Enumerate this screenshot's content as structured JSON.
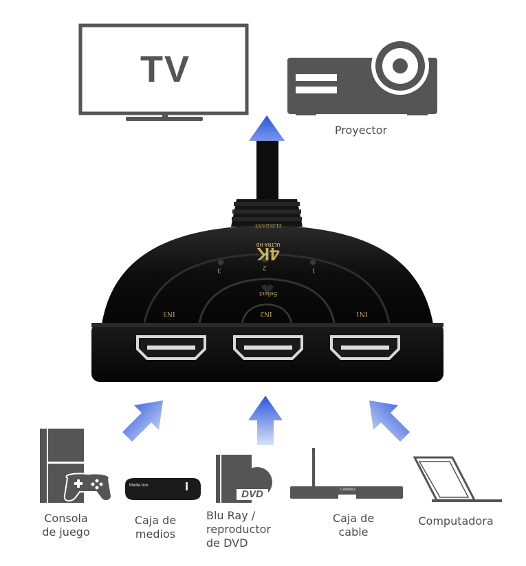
{
  "top": {
    "tv_text": "TV",
    "projector_label": "Proyector"
  },
  "switch": {
    "brand_text": "ELEGIANT",
    "badge_text": "4K",
    "sub_text": "ULTRA HD",
    "select_text": "Select",
    "led_numbers": [
      "3",
      "2",
      "1"
    ],
    "port_labels": [
      "IN3",
      "IN2",
      "IN1"
    ]
  },
  "devices": {
    "console_label": "Consola\nde juego",
    "media_label": "Caja de\nmedios",
    "media_box_text": "Media box",
    "bluray_label": "Blu Ray /\nreproductor\nde DVD",
    "dvd_text": "DVD",
    "cable_label": "Caja de\ncable",
    "cable_box_text": "CableBox",
    "computer_label": "Computadora"
  },
  "colors": {
    "icon_gray": "#555555",
    "arrow_blue": "#2f5fe0",
    "device_black": "#0b0b0b"
  }
}
